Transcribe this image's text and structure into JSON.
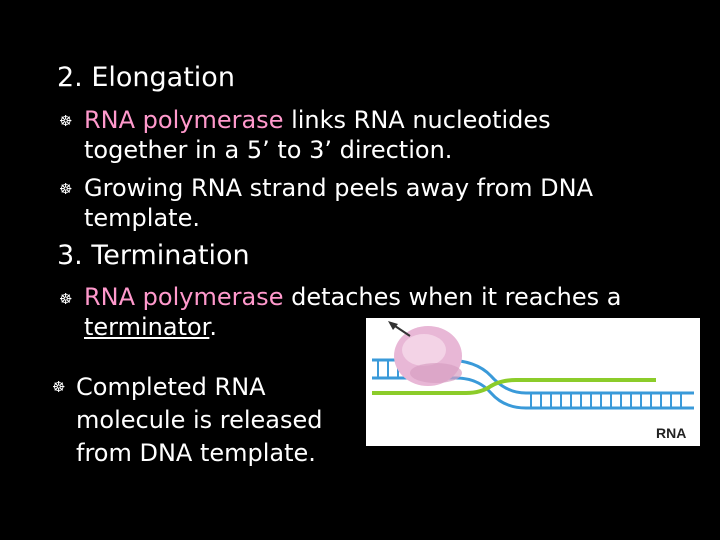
{
  "elongation": {
    "heading": "2. Elongation",
    "bullet1": {
      "highlight": "RNA polymerase",
      "rest": " links RNA nucleotides",
      "line2": "together in a 5’ to 3’ direction."
    },
    "bullet2": {
      "line1": "Growing RNA strand peels away from DNA",
      "line2": "template."
    }
  },
  "termination": {
    "heading": "3. Termination",
    "bullet1": {
      "highlight": "RNA polymerase",
      "rest": " detaches when it reaches a",
      "term": "terminator",
      "period": "."
    },
    "bullet2": {
      "line1": "Completed RNA",
      "line2": "molecule is released",
      "line3": "from DNA template."
    }
  },
  "figure": {
    "rna_label": "RNA",
    "colors": {
      "dna": "#3a9ad9",
      "rna": "#8ccc2a",
      "polymerase": "#e8b7d6"
    }
  },
  "bullet_glyph": "☸"
}
